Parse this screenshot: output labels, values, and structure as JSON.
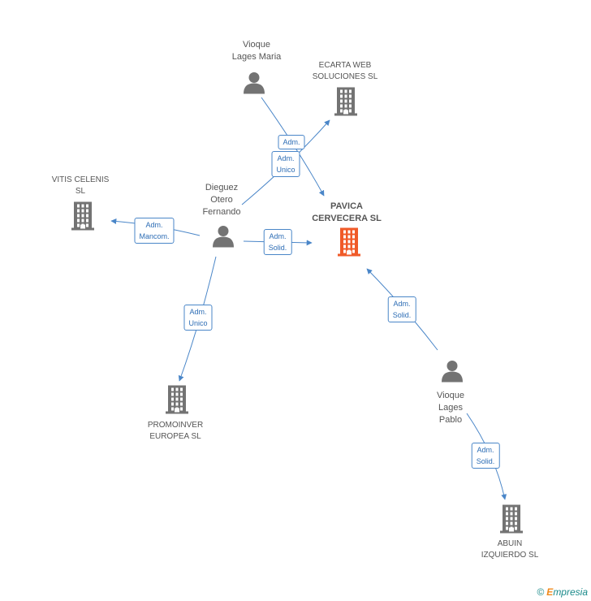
{
  "colors": {
    "edge": "#4a86c8",
    "node_gray": "#737373",
    "node_main": "#f05a28"
  },
  "nodes": [
    {
      "id": "pavica",
      "kind": "company-main",
      "label": "PAVICA\nCERVECERA SL"
    },
    {
      "id": "vioque_maria",
      "kind": "person",
      "label": "Vioque\nLages Maria"
    },
    {
      "id": "ecarta",
      "kind": "company",
      "label": "ECARTA WEB\nSOLUCIONES SL"
    },
    {
      "id": "vitis",
      "kind": "company",
      "label": "VITIS CELENIS\nSL"
    },
    {
      "id": "dieguez",
      "kind": "person",
      "label": "Dieguez\nOtero\nFernando"
    },
    {
      "id": "promoinver",
      "kind": "company",
      "label": "PROMOINVER\nEUROPEA SL"
    },
    {
      "id": "vioque_pablo",
      "kind": "person",
      "label": "Vioque\nLages\nPablo"
    },
    {
      "id": "abuin",
      "kind": "company",
      "label": "ABUIN\nIZQUIERDO SL"
    }
  ],
  "edges": [
    {
      "id": "e1",
      "from": "vioque_maria",
      "to": "pavica",
      "label": "Adm."
    },
    {
      "id": "e2",
      "from": "dieguez",
      "to": "ecarta",
      "label": "Adm.\nUnico"
    },
    {
      "id": "e3",
      "from": "dieguez",
      "to": "vitis",
      "label": "Adm.\nMancom."
    },
    {
      "id": "e4",
      "from": "dieguez",
      "to": "pavica",
      "label": "Adm.\nSolid."
    },
    {
      "id": "e5",
      "from": "dieguez",
      "to": "promoinver",
      "label": "Adm.\nUnico"
    },
    {
      "id": "e6",
      "from": "vioque_pablo",
      "to": "pavica",
      "label": "Adm.\nSolid."
    },
    {
      "id": "e7",
      "from": "vioque_pablo",
      "to": "abuin",
      "label": "Adm.\nSolid."
    }
  ],
  "footer": {
    "copyright": "©",
    "brand_first": "E",
    "brand_rest": "mpresia"
  }
}
